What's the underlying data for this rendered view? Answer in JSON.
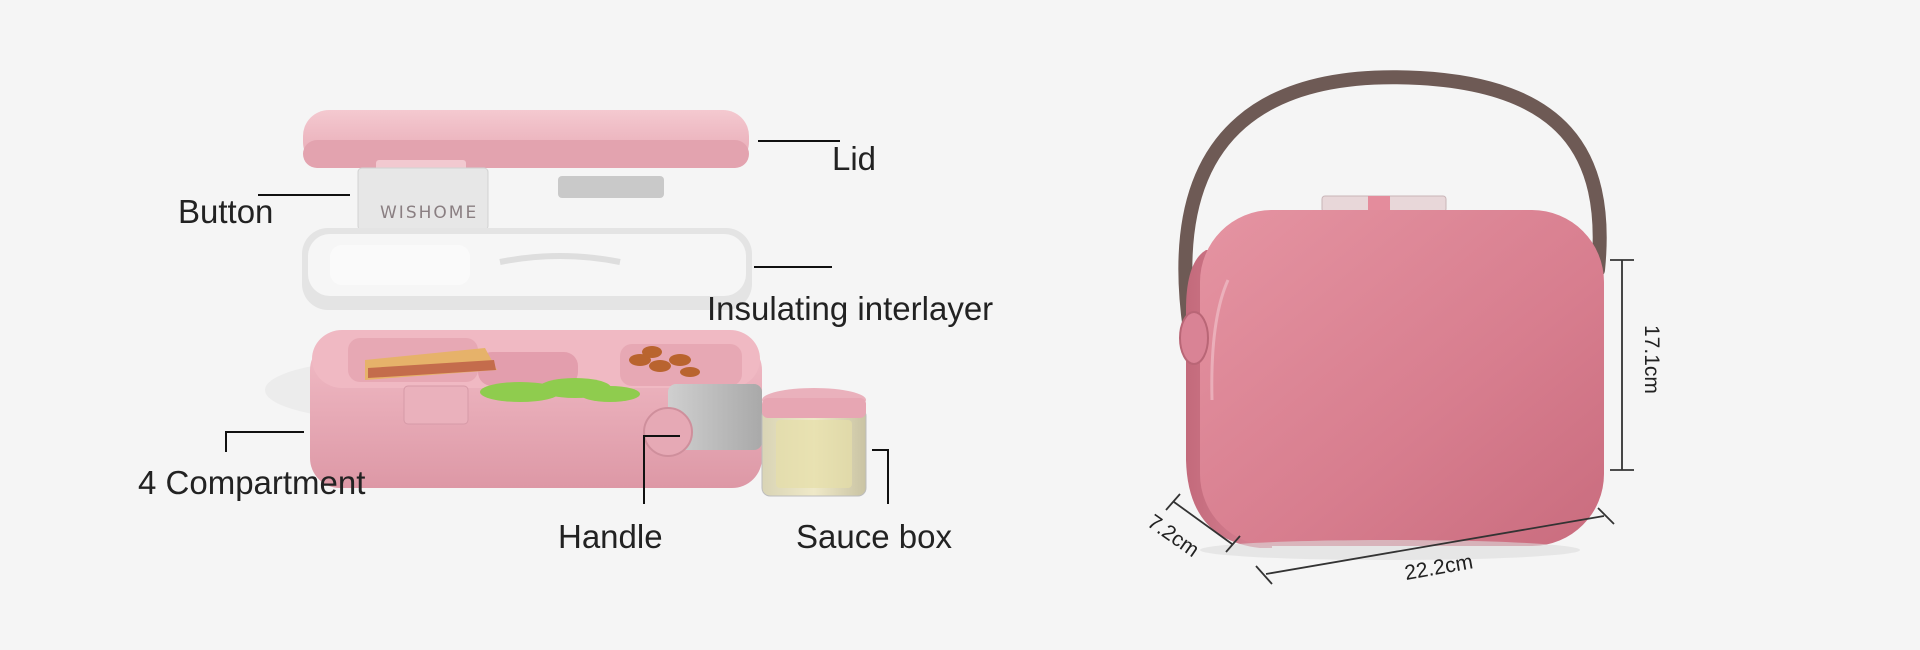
{
  "brand": "WISHOME",
  "labels": {
    "lid": "Lid",
    "button": "Button",
    "interlayer": "Insulating interlayer",
    "compartment": "4 Compartment",
    "handle": "Handle",
    "sauce_box": "Sauce box"
  },
  "dimensions": {
    "depth": "7.2cm",
    "width": "22.2cm",
    "height": "17.1cm"
  },
  "colors": {
    "body_pink": "#e9aeb9",
    "lid_pink": "#ecb3bd",
    "closed_box_pink": "#d97c8c",
    "strap_brown": "#6e5a55",
    "interlayer_white": "#f3f3f3"
  }
}
